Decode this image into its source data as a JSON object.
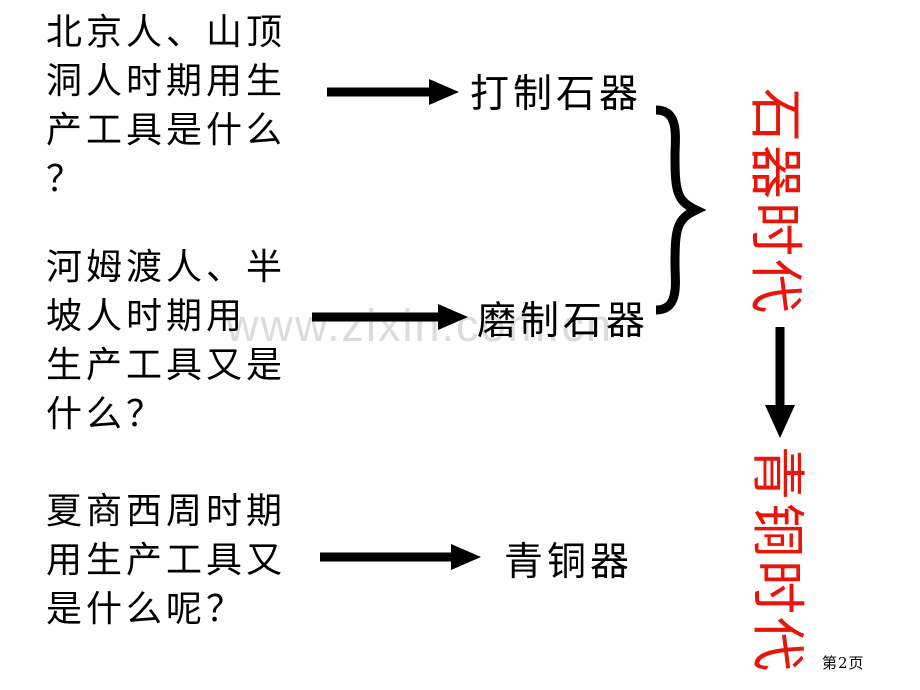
{
  "page": {
    "watermark": "www.zixin.com.cn",
    "page_number": "第2页",
    "background_color": "#ffffff"
  },
  "colors": {
    "text_black": "#000000",
    "era_red": "#e8150b",
    "watermark_gray": "#dcdcdc"
  },
  "questions": [
    {
      "text": "北京人、山顶\n洞人时期用生\n产工具是什么\n？"
    },
    {
      "text": "河姆渡人、半\n坡人时期用\n生产工具又是\n什么？"
    },
    {
      "text": "夏商西周时期\n用生产工具又\n是什么呢？"
    }
  ],
  "answers": [
    {
      "label": "打制石器"
    },
    {
      "label": "磨制石器"
    },
    {
      "label": "青铜器"
    }
  ],
  "eras": [
    {
      "label": "石器时代"
    },
    {
      "label": "青铜时代"
    }
  ],
  "icons": {
    "right_arrow": "arrow-right-icon",
    "down_arrow": "arrow-down-icon",
    "brace": "right-curly-brace-icon"
  }
}
